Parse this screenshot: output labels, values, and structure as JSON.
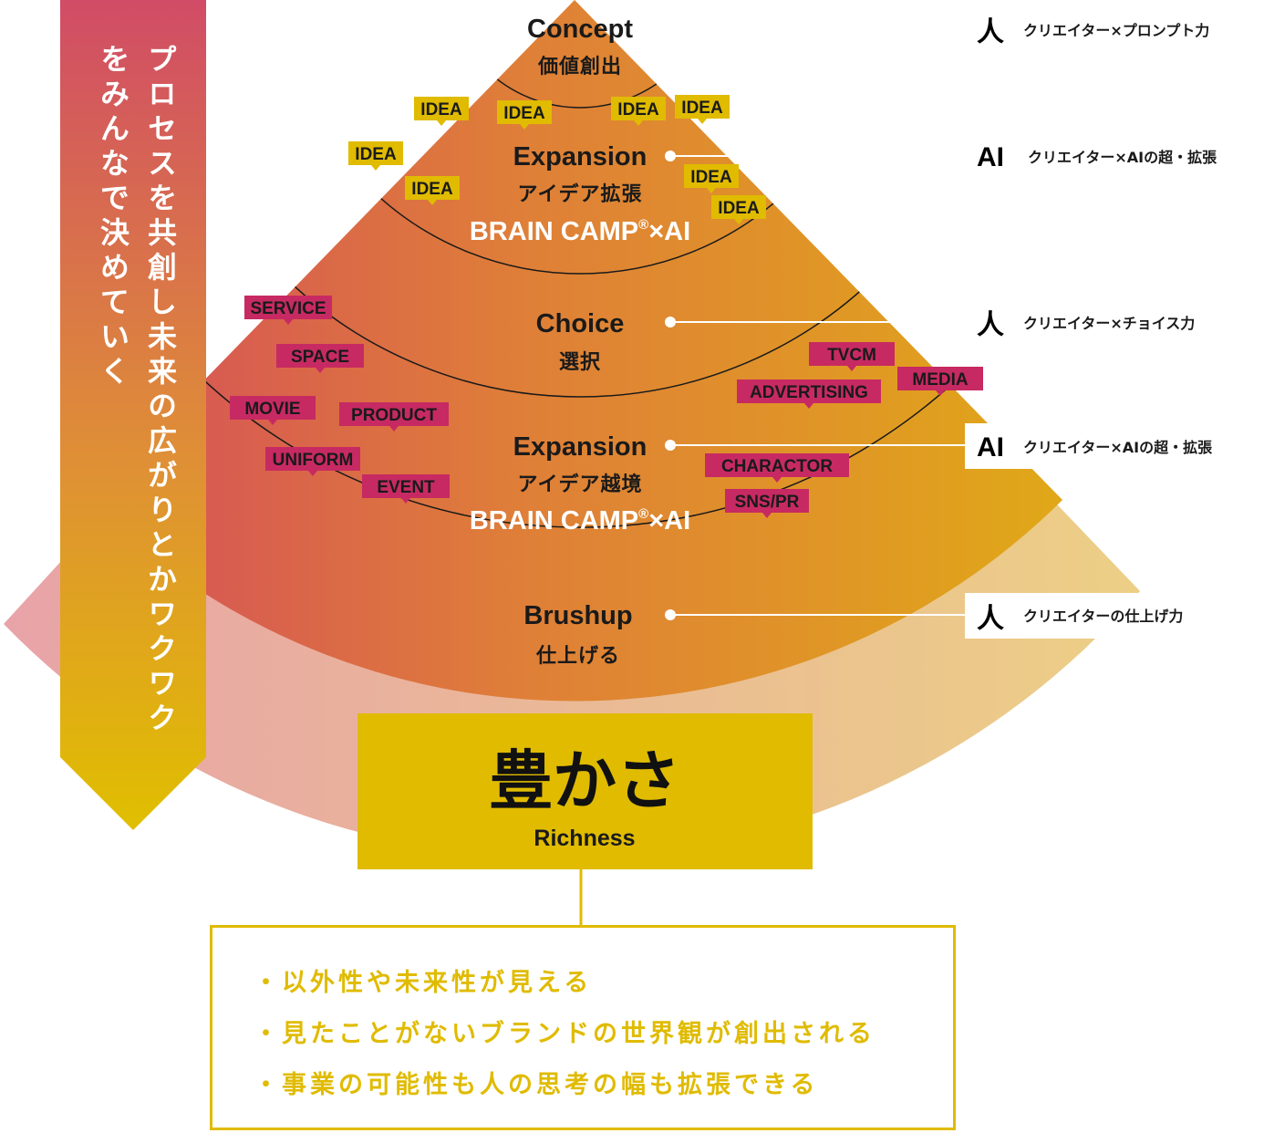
{
  "banner": {
    "text": "プロセスを共創し未来の広がりとかワクワクをみんなで決めていく"
  },
  "stages": [
    {
      "title": "Concept",
      "subtitle": "価値創出",
      "brain": ""
    },
    {
      "title": "Expansion",
      "subtitle": "アイデア拡張",
      "brain": "BRAIN CAMP",
      "brain_suffix": "×AI",
      "reg": "®"
    },
    {
      "title": "Choice",
      "subtitle": "選択",
      "brain": ""
    },
    {
      "title": "Expansion",
      "subtitle": "アイデア越境",
      "brain": "BRAIN CAMP",
      "brain_suffix": "×AI",
      "reg": "®"
    },
    {
      "title": "Brushup",
      "subtitle": "仕上げる",
      "brain": ""
    }
  ],
  "roles": [
    {
      "symbol": "人",
      "text": "クリエイター×プロンプト力"
    },
    {
      "symbol": "AI",
      "text": "クリエイター×AIの超・拡張"
    },
    {
      "symbol": "人",
      "text": "クリエイター×チョイス力"
    },
    {
      "symbol": "AI",
      "text": "クリエイター×AIの超・拡張"
    },
    {
      "symbol": "人",
      "text": "クリエイターの仕上げ力"
    }
  ],
  "idea_tags": [
    "IDEA",
    "IDEA",
    "IDEA",
    "IDEA",
    "IDEA",
    "IDEA",
    "IDEA",
    "IDEA"
  ],
  "category_tags": [
    "SERVICE",
    "SPACE",
    "MOVIE",
    "PRODUCT",
    "UNIFORM",
    "EVENT",
    "TVCM",
    "MEDIA",
    "ADVERTISING",
    "CHARACTOR",
    "SNS/PR"
  ],
  "richness": {
    "title": "豊かさ",
    "subtitle": "Richness"
  },
  "benefits": [
    "・以外性や未来性が見える",
    "・見たことがないブランドの世界観が創出される",
    "・事業の可能性も人の思考の幅も拡張できる"
  ],
  "colors": {
    "pink": "#d04a6a",
    "orange": "#e08530",
    "gold": "#e0bb00",
    "tag_pink": "#c72a62",
    "light_pink": "#e8a9b0",
    "light_gold": "#eccf85"
  }
}
